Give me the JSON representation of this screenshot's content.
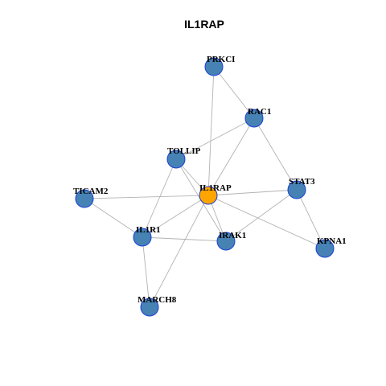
{
  "title": "IL1RAP",
  "colors": {
    "background": "#ffffff",
    "edge": "#b3b3b3",
    "node_fill": "#4682b4",
    "node_stroke": "#1a3fd6",
    "focus_fill": "#ffa500",
    "label": "#000000"
  },
  "network": {
    "focus_node": "IL1RAP",
    "nodes": [
      {
        "id": "PRKCI"
      },
      {
        "id": "RAC1"
      },
      {
        "id": "TOLLIP"
      },
      {
        "id": "IL1RAP"
      },
      {
        "id": "STAT3"
      },
      {
        "id": "TICAM2"
      },
      {
        "id": "IL1R1"
      },
      {
        "id": "IRAK1"
      },
      {
        "id": "KPNA1"
      },
      {
        "id": "MARCH8"
      }
    ],
    "edges": [
      [
        "PRKCI",
        "RAC1"
      ],
      [
        "PRKCI",
        "IL1RAP"
      ],
      [
        "RAC1",
        "IL1RAP"
      ],
      [
        "RAC1",
        "TOLLIP"
      ],
      [
        "RAC1",
        "STAT3"
      ],
      [
        "TOLLIP",
        "IL1RAP"
      ],
      [
        "TOLLIP",
        "IL1R1"
      ],
      [
        "TOLLIP",
        "IRAK1"
      ],
      [
        "IL1RAP",
        "STAT3"
      ],
      [
        "IL1RAP",
        "TICAM2"
      ],
      [
        "IL1RAP",
        "IL1R1"
      ],
      [
        "IL1RAP",
        "IRAK1"
      ],
      [
        "IL1RAP",
        "KPNA1"
      ],
      [
        "IL1RAP",
        "MARCH8"
      ],
      [
        "STAT3",
        "IRAK1"
      ],
      [
        "STAT3",
        "KPNA1"
      ],
      [
        "TICAM2",
        "IL1R1"
      ],
      [
        "IL1R1",
        "IRAK1"
      ],
      [
        "IL1R1",
        "MARCH8"
      ]
    ]
  }
}
